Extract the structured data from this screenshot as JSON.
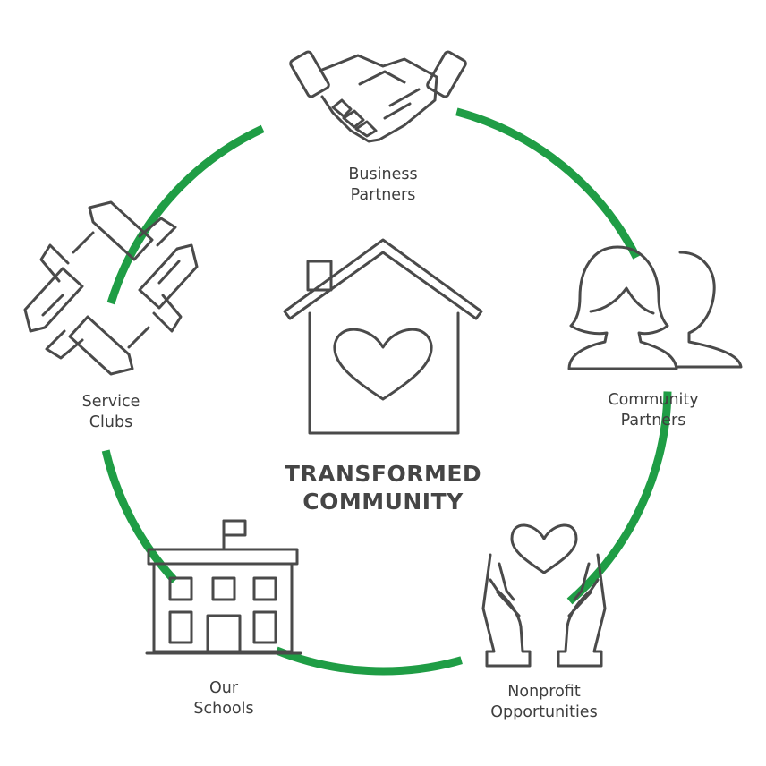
{
  "center": {
    "line1": "TRANSFORMED",
    "line2": "COMMUNITY",
    "icon": "house-heart-icon"
  },
  "nodes": [
    {
      "id": "business",
      "line1": "Business",
      "line2": "Partners",
      "icon": "handshake-icon"
    },
    {
      "id": "community",
      "line1": "Community",
      "line2": "Partners",
      "icon": "people-icon"
    },
    {
      "id": "nonprofit",
      "line1": "Nonprofit",
      "line2": "Opportunities",
      "icon": "hands-heart-icon"
    },
    {
      "id": "schools",
      "line1": "Our",
      "line2": "Schools",
      "icon": "school-building-icon"
    },
    {
      "id": "service",
      "line1": "Service",
      "line2": "Clubs",
      "icon": "linked-arms-icon"
    }
  ],
  "colors": {
    "ring": "#1f9d45",
    "icon_stroke": "#4a4a4a",
    "text": "#3e3e3e"
  }
}
